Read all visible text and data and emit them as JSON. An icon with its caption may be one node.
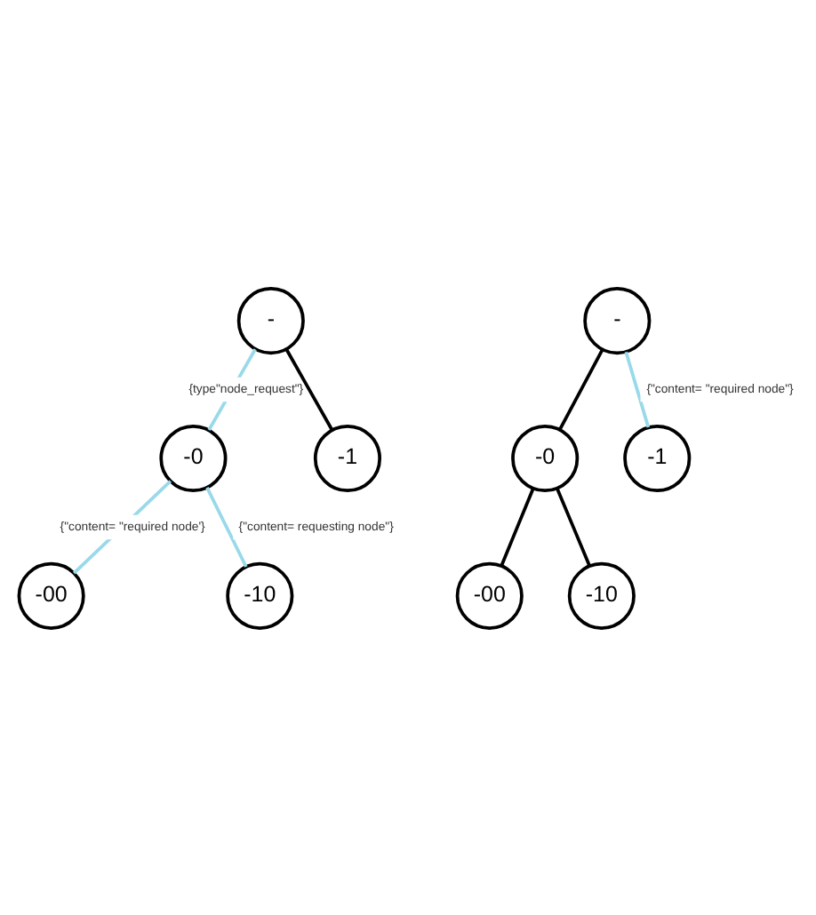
{
  "diagram": {
    "nodes": [
      {
        "text": [
          "-"
        ]
      },
      {
        "text": [
          "-0"
        ]
      },
      {
        "text": [
          "-1"
        ]
      },
      {
        "text": [
          "-00"
        ]
      },
      {
        "text": [
          "-10"
        ]
      },
      {
        "text": [
          "-"
        ]
      },
      {
        "text": [
          "-0"
        ]
      },
      {
        "text": [
          "-1"
        ]
      },
      {
        "text": [
          "-00"
        ]
      },
      {
        "text": [
          "-10"
        ]
      }
    ],
    "edges": [
      {
        "from": 0,
        "to": 1,
        "arrow": "none",
        "label": "{type\"node_request\"}",
        "color": "#99d9ea"
      },
      {
        "from": 0,
        "to": 2,
        "arrow": "none",
        "color": "#000000"
      },
      {
        "from": 1,
        "to": 3,
        "arrow": "none",
        "label": "{\"content= \"required node'}",
        "color": "#99d9ea"
      },
      {
        "from": 1,
        "to": 4,
        "arrow": "none",
        "label": "{\"content= requesting node\"}",
        "color": "#99d9ea"
      },
      {
        "from": 5,
        "to": 6,
        "arrow": "none",
        "color": "#000000"
      },
      {
        "from": 5,
        "to": 7,
        "arrow": "none",
        "label": "{\"content= \"required node\"}",
        "color": "#99d9ea"
      },
      {
        "from": 6,
        "to": 8,
        "arrow": "none",
        "color": "#000000"
      },
      {
        "from": 6,
        "to": 9,
        "arrow": "none",
        "color": "#000000"
      }
    ]
  }
}
